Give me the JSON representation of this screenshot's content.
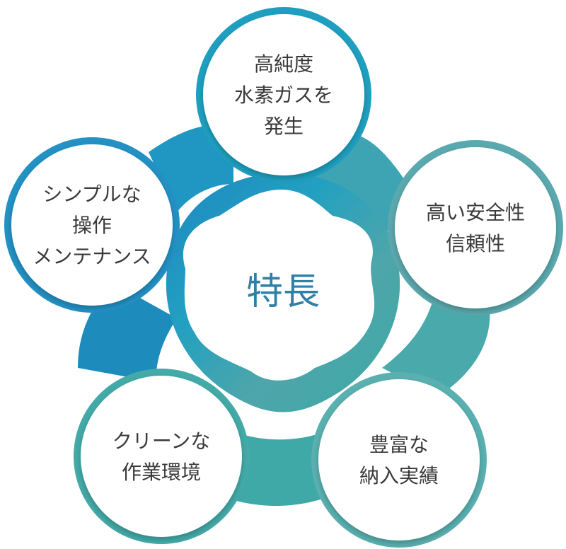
{
  "center": {
    "title": "特長"
  },
  "features": [
    {
      "lines": [
        "高純度",
        "水素ガスを",
        "発生"
      ],
      "color": "#1f9fc0"
    },
    {
      "lines": [
        "高い安全性",
        "信頼性"
      ],
      "color": "#5aa9ae"
    },
    {
      "lines": [
        "豊富な",
        "納入実績"
      ],
      "color": "#5ab0b0"
    },
    {
      "lines": [
        "クリーンな",
        "作業環境"
      ],
      "color": "#43aaa8"
    },
    {
      "lines": [
        "シンプルな",
        "操作",
        "メンテナンス"
      ],
      "color": "#2391c4"
    }
  ],
  "colors": {
    "blob_top": "#24a2c2",
    "blob_left": "#1f8cc0",
    "blob_right": "#4fa6a8",
    "blob_bottom": "#3fa9a5",
    "center_text": "#2f7fa6",
    "node_fill": "#ffffff",
    "node_text": "#3a3a3a"
  }
}
